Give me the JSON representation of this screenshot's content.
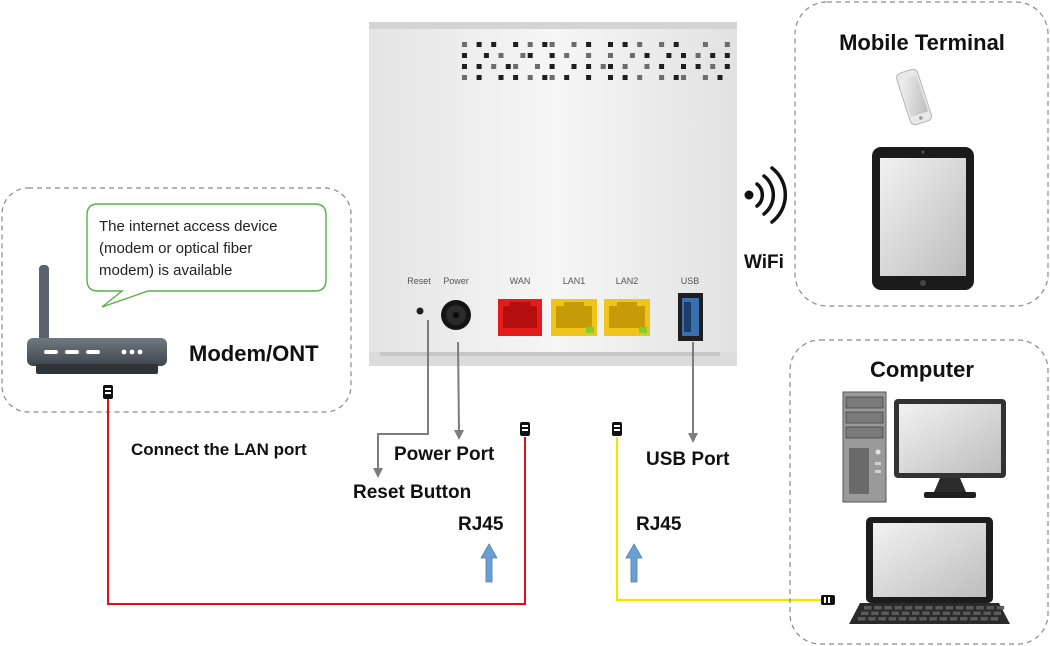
{
  "colors": {
    "lan_cable": "#e01010",
    "user_cable": "#f2e600",
    "wan_port": "#e41c1c",
    "lan_port": "#f0c419",
    "usb_port": "#3a6fb0",
    "callout_border": "#58b046",
    "arrow": "#6a9fd4"
  },
  "modem": {
    "label": "Modem/ONT",
    "callout_lines": [
      "The internet access device",
      "(modem or optical fiber",
      "modem) is available"
    ],
    "cable_label": "Connect the LAN port"
  },
  "router": {
    "ports": [
      "Reset",
      "Power",
      "WAN",
      "LAN1",
      "LAN2",
      "USB"
    ],
    "wifi_label": "WiFi",
    "reset_label": "Reset Button",
    "power_label": "Power Port",
    "usb_label": "USB Port",
    "rj45_left": "RJ45",
    "rj45_right": "RJ45"
  },
  "mobile": {
    "title": "Mobile Terminal"
  },
  "computer": {
    "title": "Computer"
  },
  "icons": [
    "router-antenna-icon",
    "wifi-icon",
    "phone-icon",
    "tablet-icon",
    "desktop-icon",
    "laptop-icon",
    "rj45-plug-icon",
    "up-arrow-icon"
  ]
}
